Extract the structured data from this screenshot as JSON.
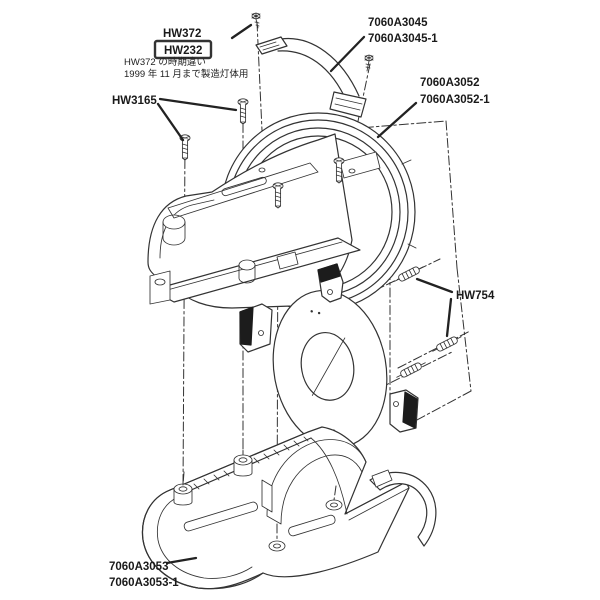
{
  "diagram": {
    "type": "exploded-parts-diagram",
    "background": "#ffffff",
    "line_color": "#333333",
    "pad_color": "#1c1c1c",
    "highlight_box_color": "#e8401c",
    "callouts": {
      "hw372": {
        "label": "HW372"
      },
      "hw232": {
        "label": "HW232",
        "highlighted": true
      },
      "note": {
        "line1": "HW372 の時期違い",
        "line2": "1999 年 11 月まで製造灯体用"
      },
      "hw3165": {
        "label": "HW3165"
      },
      "band": {
        "line1": "7060A3045",
        "line2": "7060A3045-1"
      },
      "ring": {
        "line1": "7060A3052",
        "line2": "7060A3052-1"
      },
      "hw754": {
        "label": "HW754"
      },
      "lower": {
        "line1": "7060A3053",
        "line2": "7060A3053-1"
      }
    },
    "parts": [
      {
        "name": "mounting-screw-small",
        "label": "HW372 / HW232",
        "count": 2
      },
      {
        "name": "retaining-band",
        "label": "7060A3045 / 7060A3045-1"
      },
      {
        "name": "housing-screw-long",
        "label": "HW3165",
        "count": 4
      },
      {
        "name": "upper-housing-ring",
        "label": "7060A3052 / 7060A3052-1"
      },
      {
        "name": "spring",
        "label": "HW754",
        "count": 3
      },
      {
        "name": "lower-housing",
        "label": "7060A3053 / 7060A3053-1"
      }
    ]
  }
}
